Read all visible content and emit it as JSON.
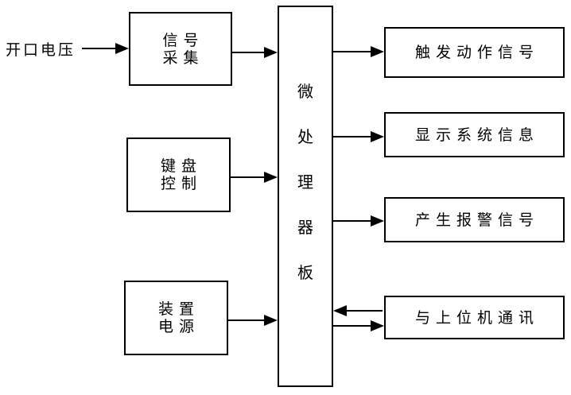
{
  "diagram": {
    "title": "microprocessor-board-block-diagram",
    "background_color": "#ffffff",
    "line_color": "#000000",
    "input_label": "开口电压",
    "left_boxes": [
      {
        "id": "signal-acquisition",
        "line1": "信号",
        "line2": "采集"
      },
      {
        "id": "keyboard-control",
        "line1": "键盘",
        "line2": "控制"
      },
      {
        "id": "device-power",
        "line1": "装置",
        "line2": "电源"
      }
    ],
    "center_box": {
      "label": "微处理器板",
      "chars": [
        "微",
        "处",
        "理",
        "器",
        "板"
      ]
    },
    "right_boxes": [
      {
        "id": "trigger-action-signal",
        "label": "触发动作信号"
      },
      {
        "id": "display-system-info",
        "label": "显示系统信息"
      },
      {
        "id": "generate-alarm-signal",
        "label": "产生报警信号"
      },
      {
        "id": "host-communication",
        "label": "与上位机通讯"
      }
    ]
  }
}
